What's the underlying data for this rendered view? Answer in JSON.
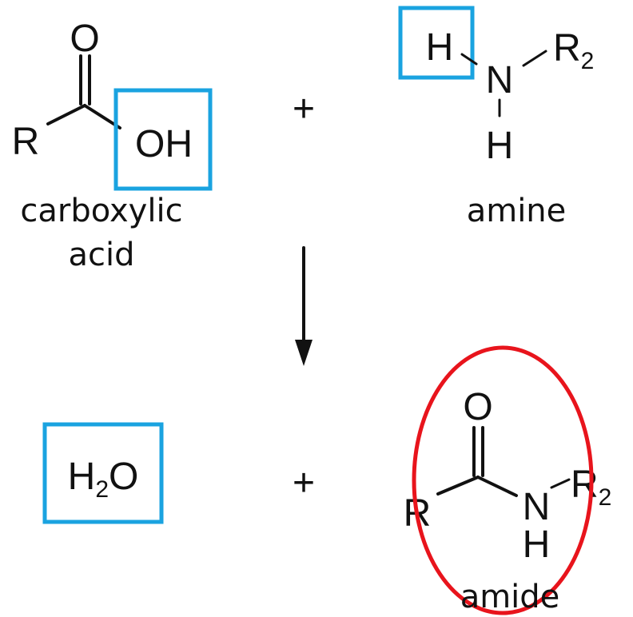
{
  "reactants": {
    "acid": {
      "atoms": {
        "O_top": "O",
        "R": "R",
        "OH": "OH"
      },
      "caption_lines": [
        "carboxylic",
        "acid"
      ]
    },
    "amine": {
      "atoms": {
        "H_left": "H",
        "N": "N",
        "R": "R",
        "R_sub": "2",
        "H_bottom": "H"
      },
      "caption": "amine"
    },
    "plus": "+"
  },
  "products": {
    "water": {
      "H": "H",
      "sub": "2",
      "O": "O"
    },
    "amide": {
      "atoms": {
        "O_top": "O",
        "R": "R",
        "N": "N",
        "R2": "R",
        "R2_sub": "2",
        "H": "H"
      },
      "caption": "amide"
    },
    "plus": "+"
  },
  "colors": {
    "box": "#1aa3e0",
    "highlight": "#e8141c",
    "text": "#111111",
    "background": "#ffffff"
  }
}
